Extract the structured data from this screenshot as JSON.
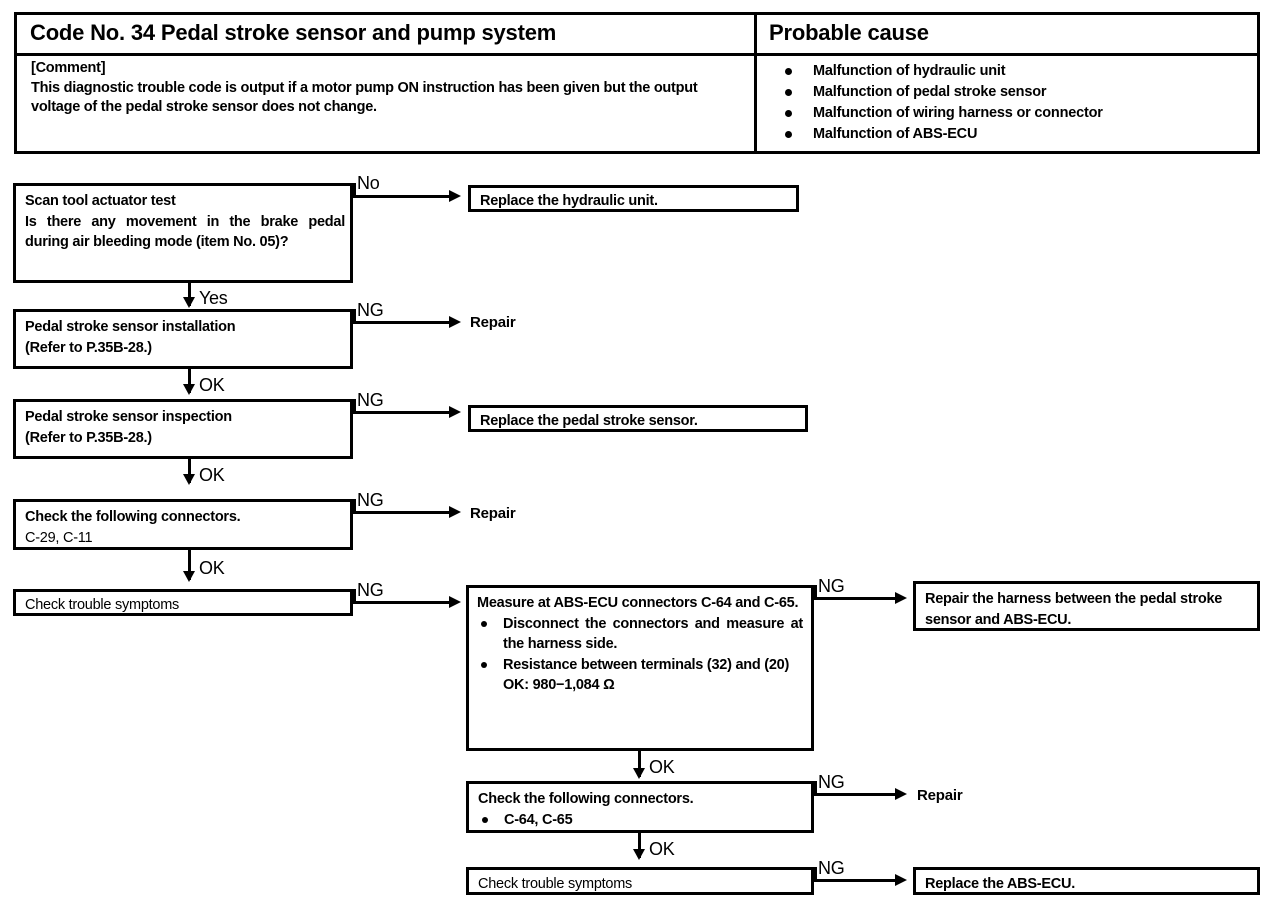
{
  "header": {
    "code_title": "Code No. 34 Pedal stroke sensor and pump system",
    "cause_title": "Probable cause",
    "comment_label": "[Comment]",
    "comment_body": "This diagnostic trouble code is output if a motor pump ON instruction has been given but the output voltage of the pedal stroke sensor does not change.",
    "causes": [
      "Malfunction of hydraulic unit",
      "Malfunction of pedal stroke sensor",
      "Malfunction of wiring harness or connector",
      "Malfunction of ABS-ECU"
    ]
  },
  "branch_labels": {
    "no": "No",
    "yes": "Yes",
    "ok": "OK",
    "ng": "NG"
  },
  "flow": {
    "step1": {
      "line1": "Scan tool actuator test",
      "line2": "Is there any movement in the brake pedal during air bleeding mode (item No. 05)?"
    },
    "step1_result": "Replace the hydraulic unit.",
    "step2": {
      "line1": "Pedal stroke sensor installation",
      "line2": "(Refer to P.35B-28.)"
    },
    "step2_result": "Repair",
    "step3": {
      "line1": "Pedal stroke sensor inspection",
      "line2": "(Refer to P.35B-28.)"
    },
    "step3_result": "Replace the pedal stroke sensor.",
    "step4": {
      "line1": "Check the following connectors.",
      "line2": "C-29, C-11"
    },
    "step4_result": "Repair",
    "step5": {
      "line1": "Check trouble symptoms"
    },
    "step6": {
      "line1": "Measure at ABS-ECU connectors C-64 and C-65.",
      "bullet1": "Disconnect the connectors and measure at the harness side.",
      "bullet2": "Resistance between terminals (32) and (20)",
      "spec": "OK: 980−1,084 Ω"
    },
    "step6_result": {
      "line1": "Repair the harness between the pedal stroke sensor and ABS-ECU."
    },
    "step7": {
      "line1": "Check the following connectors.",
      "bullet1": "C-64, C-65"
    },
    "step7_result": "Repair",
    "step8": {
      "line1": "Check trouble symptoms"
    },
    "step8_result": "Replace the ABS-ECU."
  },
  "colors": {
    "ink": "#000000",
    "paper": "#ffffff"
  }
}
